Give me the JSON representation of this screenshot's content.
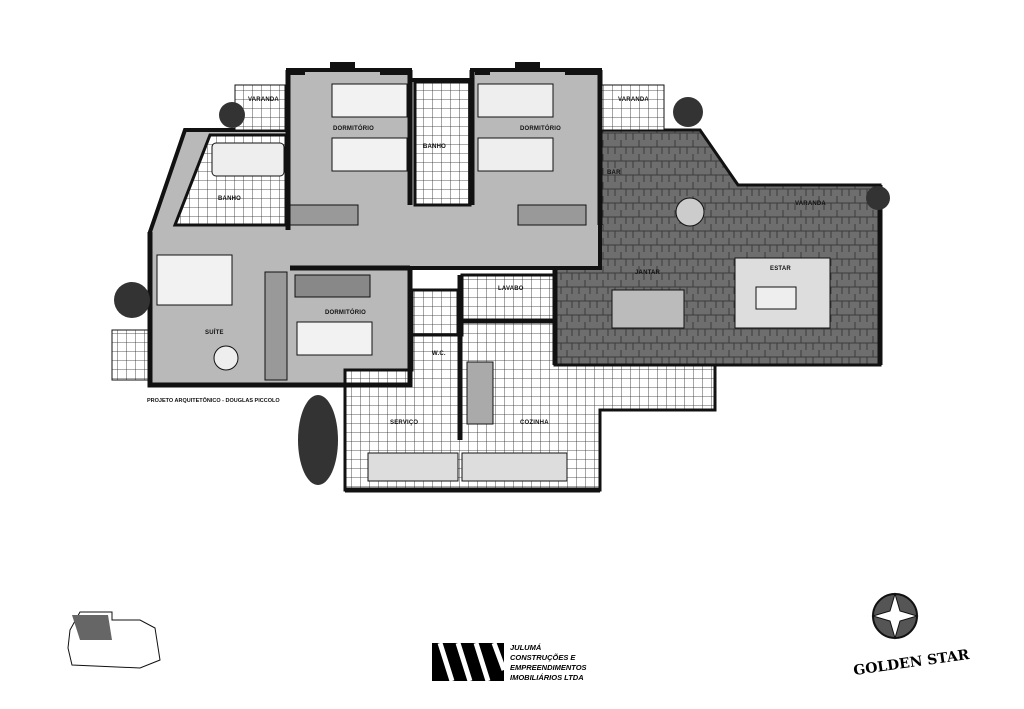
{
  "rooms": {
    "varanda_left": "VARANDA",
    "varanda_right_top": "VARANDA",
    "varanda_living": "VARANDA",
    "banho_suite": "BANHO",
    "banho_social": "BANHO",
    "dormitorio_1": "DORMITÓRIO",
    "dormitorio_2": "DORMITÓRIO",
    "dormitorio_3": "DORMITÓRIO",
    "suite": "SUÍTE",
    "wc": "W.C.",
    "lavabo": "LAVABO",
    "servico": "SERVIÇO",
    "cozinha": "COZINHA",
    "bar": "BAR",
    "jantar": "JANTAR",
    "estar": "ESTAR"
  },
  "credit": "PROJETO ARQUITETÔNICO - DOUGLAS PICCOLO",
  "builder": {
    "logo_text": "JULUMA",
    "lines": [
      "JULUMÁ",
      "CONSTRUÇÕES E",
      "EMPREENDIMENTOS",
      "IMOBILIÁRIOS LTDA"
    ]
  },
  "brand": "GOLDEN STAR",
  "colors": {
    "wall": "#111111",
    "floor": "#b8b8b8",
    "stone": "#6a6a6a",
    "tile": "#ffffff"
  }
}
